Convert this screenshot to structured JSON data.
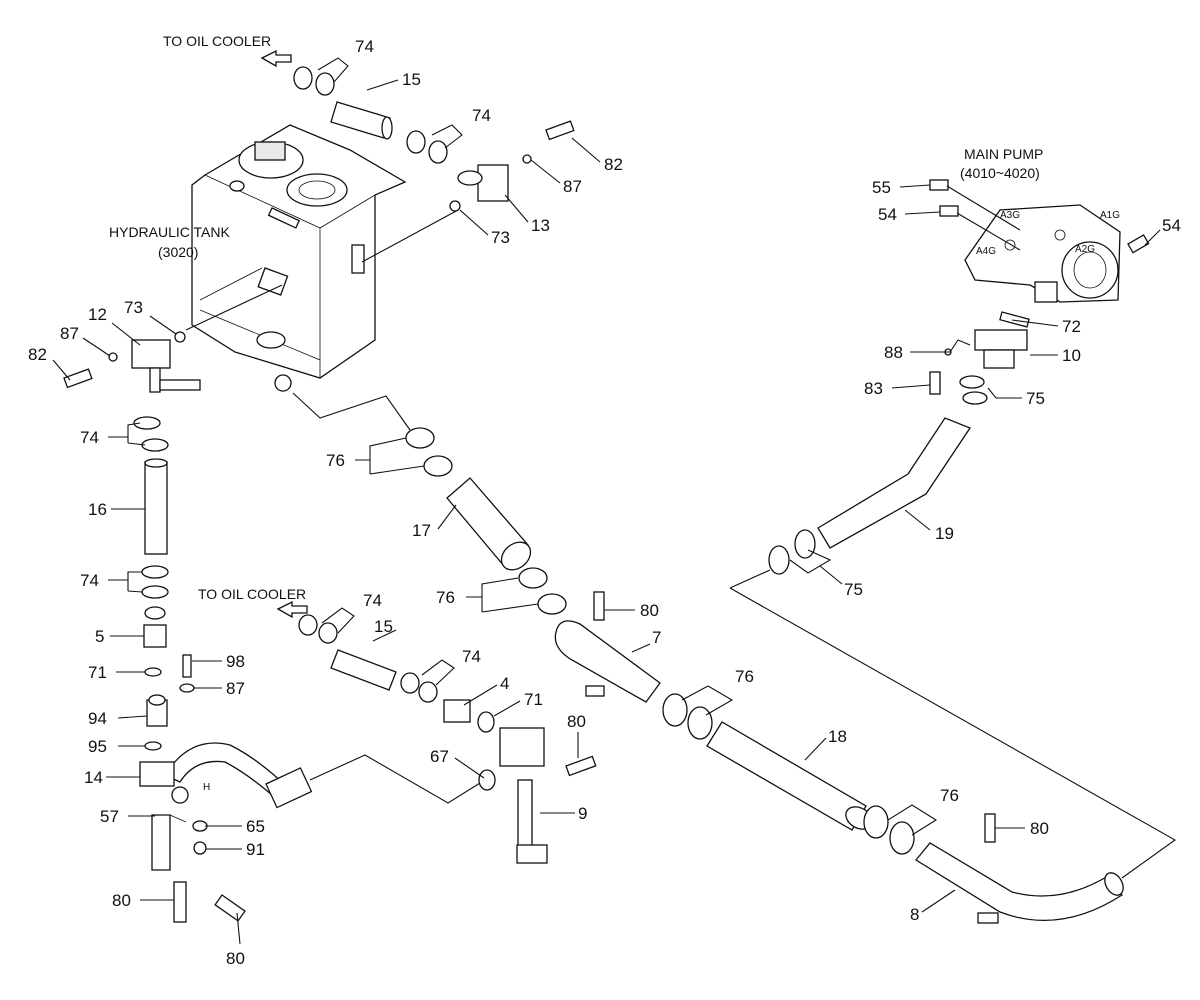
{
  "captions": {
    "oil_cooler_top": "TO OIL COOLER",
    "oil_cooler_mid": "TO OIL COOLER",
    "tank_title": "HYDRAULIC TANK",
    "tank_code": "(3020)",
    "pump_title": "MAIN PUMP",
    "pump_code": "(4010~4020)"
  },
  "port_labels": {
    "a1g": "A1G",
    "a2g": "A2G",
    "a3g": "A3G",
    "a4g": "A4G",
    "h": "H"
  },
  "callouts": [
    {
      "name": "callout-74-top",
      "label": "74"
    },
    {
      "name": "callout-15-top",
      "label": "15"
    },
    {
      "name": "callout-74-top-2",
      "label": "74"
    },
    {
      "name": "callout-82-top",
      "label": "82"
    },
    {
      "name": "callout-87-top",
      "label": "87"
    },
    {
      "name": "callout-13",
      "label": "13"
    },
    {
      "name": "callout-73-top",
      "label": "73"
    },
    {
      "name": "callout-73-left",
      "label": "73"
    },
    {
      "name": "callout-12",
      "label": "12"
    },
    {
      "name": "callout-87-left",
      "label": "87"
    },
    {
      "name": "callout-82-left",
      "label": "82"
    },
    {
      "name": "callout-74-left-1",
      "label": "74"
    },
    {
      "name": "callout-16",
      "label": "16"
    },
    {
      "name": "callout-74-left-2",
      "label": "74"
    },
    {
      "name": "callout-5",
      "label": "5"
    },
    {
      "name": "callout-71-left",
      "label": "71"
    },
    {
      "name": "callout-98",
      "label": "98"
    },
    {
      "name": "callout-87-mid",
      "label": "87"
    },
    {
      "name": "callout-94",
      "label": "94"
    },
    {
      "name": "callout-95",
      "label": "95"
    },
    {
      "name": "callout-14",
      "label": "14"
    },
    {
      "name": "callout-57",
      "label": "57"
    },
    {
      "name": "callout-65",
      "label": "65"
    },
    {
      "name": "callout-91",
      "label": "91"
    },
    {
      "name": "callout-80-bottom-left",
      "label": "80"
    },
    {
      "name": "callout-80-bottom",
      "label": "80"
    },
    {
      "name": "callout-76-left",
      "label": "76"
    },
    {
      "name": "callout-17",
      "label": "17"
    },
    {
      "name": "callout-76-mid",
      "label": "76"
    },
    {
      "name": "callout-74-mid",
      "label": "74"
    },
    {
      "name": "callout-15-mid",
      "label": "15"
    },
    {
      "name": "callout-74-mid-2",
      "label": "74"
    },
    {
      "name": "callout-4",
      "label": "4"
    },
    {
      "name": "callout-71-mid",
      "label": "71"
    },
    {
      "name": "callout-80-mid",
      "label": "80"
    },
    {
      "name": "callout-7",
      "label": "7"
    },
    {
      "name": "callout-80-mid-2",
      "label": "80"
    },
    {
      "name": "callout-67",
      "label": "67"
    },
    {
      "name": "callout-9",
      "label": "9"
    },
    {
      "name": "callout-76-right",
      "label": "76"
    },
    {
      "name": "callout-18",
      "label": "18"
    },
    {
      "name": "callout-76-lower",
      "label": "76"
    },
    {
      "name": "callout-80-right",
      "label": "80"
    },
    {
      "name": "callout-8",
      "label": "8"
    },
    {
      "name": "callout-19",
      "label": "19"
    },
    {
      "name": "callout-75-lower",
      "label": "75"
    },
    {
      "name": "callout-75-upper",
      "label": "75"
    },
    {
      "name": "callout-83",
      "label": "83"
    },
    {
      "name": "callout-88",
      "label": "88"
    },
    {
      "name": "callout-10",
      "label": "10"
    },
    {
      "name": "callout-72",
      "label": "72"
    },
    {
      "name": "callout-55",
      "label": "55"
    },
    {
      "name": "callout-54-left",
      "label": "54"
    },
    {
      "name": "callout-54-right",
      "label": "54"
    }
  ]
}
